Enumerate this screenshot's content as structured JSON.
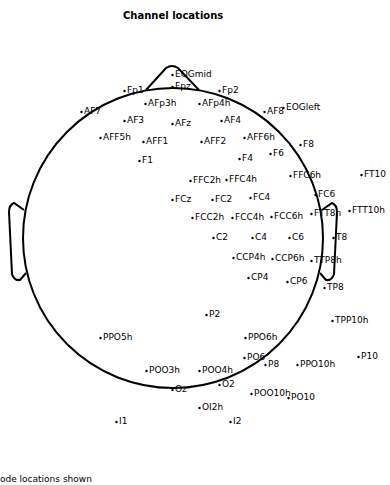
{
  "diagram": {
    "title": "Channel locations",
    "labels": [
      "EOGmid",
      "Fpz",
      "Fp1",
      "Fp2",
      "AFp3h",
      "AFp4h",
      "AF7",
      "AF8",
      "EOGleft",
      "AF3",
      "AFz",
      "AF4",
      "AFF5h",
      "AFF1",
      "AFF2",
      "AFF6h",
      "F8",
      "F1",
      "F4",
      "F6",
      "FFC2h",
      "FFC4h",
      "FFC6h",
      "FT10",
      "FCz",
      "FC2",
      "FC4",
      "FC6",
      "FTT8h",
      "FTT10h",
      "FCC2h",
      "FCC4h",
      "FCC6h",
      "C2",
      "C4",
      "C6",
      "T8",
      "CCP4h",
      "CCP6h",
      "TTP8h",
      "CP4",
      "CP6",
      "TP8",
      "P2",
      "TPP10h",
      "PPO5h",
      "PPO6h",
      "PO6",
      "P8",
      "PPO10h",
      "P10",
      "POO3h",
      "POO4h",
      "O2",
      "Oz",
      "POO10h",
      "PO10",
      "OI2h",
      "I1",
      "I2",
      "ode locations shown"
    ]
  }
}
